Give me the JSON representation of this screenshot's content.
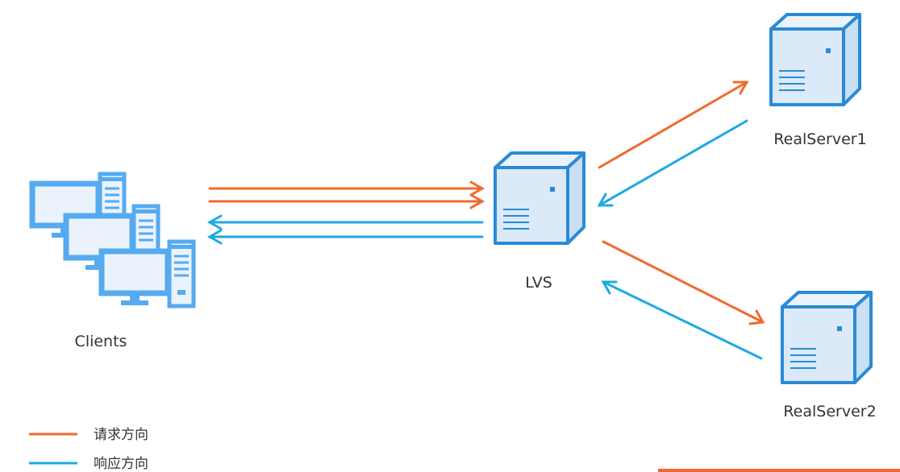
{
  "colors": {
    "request": "#f06a2e",
    "response": "#1fa9e1",
    "icon_stroke": "#2a8ad6",
    "icon_fill": "#dbe9f8",
    "icon_light": "#56aaf0"
  },
  "nodes": {
    "clients": {
      "label": "Clients",
      "icon": "client-computers-icon"
    },
    "lvs": {
      "label": "LVS",
      "icon": "server-icon"
    },
    "realserver1": {
      "label": "RealServer1",
      "icon": "server-icon"
    },
    "realserver2": {
      "label": "RealServer2",
      "icon": "server-icon"
    }
  },
  "legend": {
    "request": "请求方向",
    "response": "响应方向"
  }
}
